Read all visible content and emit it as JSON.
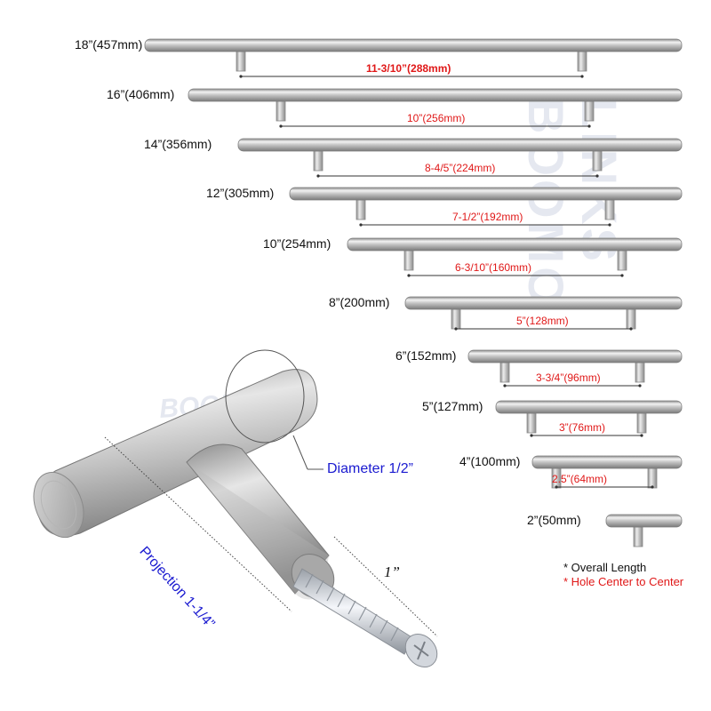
{
  "handles": [
    {
      "overall": "18”(457mm)",
      "center": "11-3/10”(288mm)"
    },
    {
      "overall": "16”(406mm)",
      "center": "10”(256mm)"
    },
    {
      "overall": "14”(356mm)",
      "center": "8-4/5”(224mm)"
    },
    {
      "overall": "12”(305mm)",
      "center": "7-1/2”(192mm)"
    },
    {
      "overall": "10”(254mm)",
      "center": "6-3/10”(160mm)"
    },
    {
      "overall": "8”(200mm)",
      "center": "5”(128mm)"
    },
    {
      "overall": "6”(152mm)",
      "center": "3-3/4”(96mm)"
    },
    {
      "overall": "5”(127mm)",
      "center": "3”(76mm)"
    },
    {
      "overall": "4”(100mm)",
      "center": "2.5”(64mm)"
    },
    {
      "overall": "2”(50mm)",
      "center": ""
    }
  ],
  "dimensions": {
    "diameter": "Diameter 1/2”",
    "projection": "Projection 1-1/4”",
    "screw_length": "1”"
  },
  "legend": {
    "overall_length": "* Overall Length",
    "hole_center": "* Hole Center to Center"
  },
  "watermark": "BOOMO LINKS",
  "colors": {
    "label_red": "#e01818",
    "label_blue": "#1a1ad0",
    "metal": "#c8c8c8"
  }
}
